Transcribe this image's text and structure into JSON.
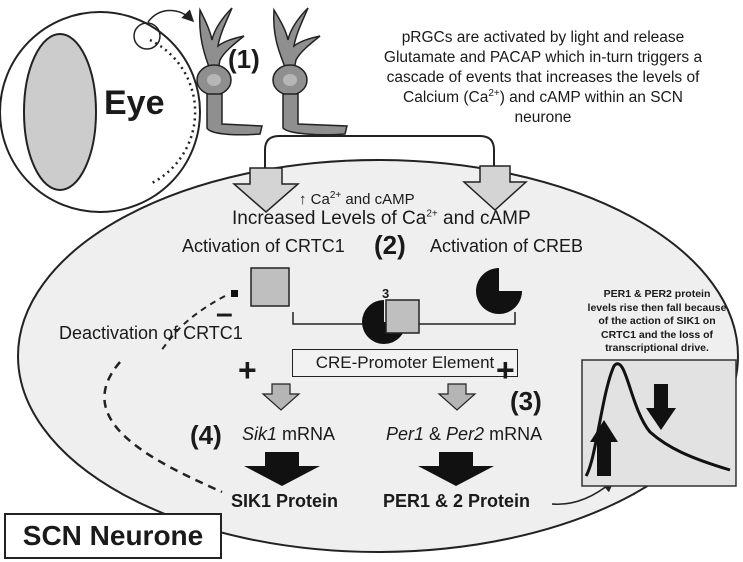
{
  "eye_label": "Eye",
  "step1": "(1)",
  "step2": "(2)",
  "step3": "(3)",
  "step4": "(4)",
  "intro_text": {
    "line1": "pRGCs are activated by light and release",
    "line2": "Glutamate and PACAP which in-turn triggers a",
    "line3": "cascade of events that increases the levels of",
    "line4a": "Calcium (Ca",
    "line4sup": "2+",
    "line4b": ") and cAMP within an SCN",
    "line5": "neurone"
  },
  "ca_camp_small": {
    "prefix": "↑ Ca",
    "sup": "2+",
    "suffix": " and cAMP"
  },
  "increased_levels": {
    "prefix": "Increased Levels of Ca",
    "sup": "2+",
    "suffix": " and cAMP"
  },
  "activation_crtc1": "Activation of CRTC1",
  "activation_creb": "Activation of CREB",
  "deactivation_crtc1": "Deactivation of CRTC1",
  "minus_sign": "–",
  "small_three": "3",
  "cre_promoter": "CRE-Promoter Element",
  "plus_left": "+",
  "plus_right": "+",
  "sik1_mrna": {
    "italic": "Sik1",
    "rest": " mRNA"
  },
  "per_mrna": {
    "italic1": "Per1",
    "mid": " & ",
    "italic2": "Per2",
    "rest": " mRNA"
  },
  "sik1_protein": "SIK1 Protein",
  "per_protein": "PER1 & 2 Protein",
  "scn_neurone": "SCN Neurone",
  "inset_text": {
    "line1": "PER1 & PER2 protein",
    "line2": "levels rise then fall because",
    "line3": "of the action of SIK1 on",
    "line4": "CRTC1 and the loss of",
    "line5": "transcriptional drive."
  },
  "colors": {
    "neurone_fill": "#efefef",
    "shape_grey": "#bfbfbf",
    "shape_dark": "#111111",
    "arrow_grey": "#b5b5b5",
    "cell_grey": "#8f8f8f"
  }
}
